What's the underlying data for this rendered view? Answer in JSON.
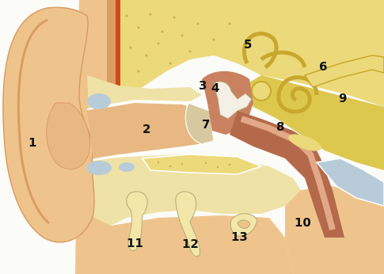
{
  "labels": [
    {
      "text": "1"
    },
    {
      "text": "2"
    },
    {
      "text": "3"
    },
    {
      "text": "4"
    },
    {
      "text": "5"
    },
    {
      "text": "6"
    },
    {
      "text": "7"
    },
    {
      "text": "8"
    },
    {
      "text": "9"
    },
    {
      "text": "10"
    },
    {
      "text": "11"
    },
    {
      "text": "12"
    },
    {
      "text": "13"
    }
  ],
  "colors": {
    "background": "#fbfbf8",
    "skin": "#efc48c",
    "skin_shadow": "#d99c63",
    "cartilage": "#efe2a6",
    "bone": "#ecd97a",
    "bone_dots": "#c9b24f",
    "inner_ear": "#ddc84e",
    "canal": "#e8b883",
    "eardrum": "#d6c9a0",
    "middle_ear": "#c98160",
    "eustachian_tube": "#b46a4a",
    "blue_tissue": "#b7ccd8",
    "red_accent": "#cf4a1e"
  }
}
